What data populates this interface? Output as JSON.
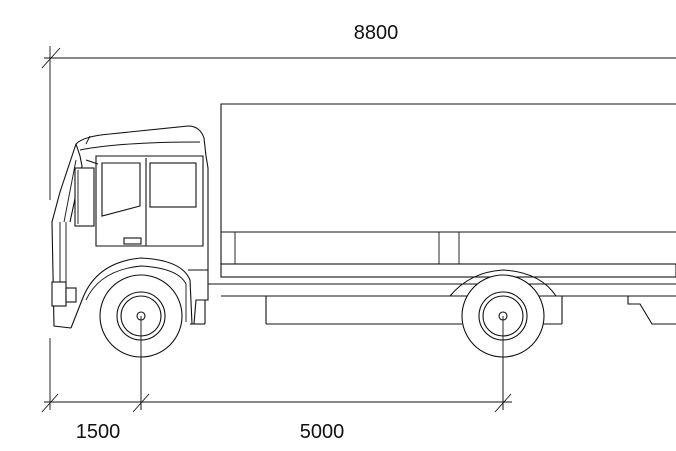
{
  "drawing": {
    "subject": "truck-side-elevation",
    "line_color": "#111111",
    "background": "#ffffff"
  },
  "dimensions": {
    "overall_length": "8800",
    "front_overhang": "1500",
    "wheelbase": "5000"
  }
}
